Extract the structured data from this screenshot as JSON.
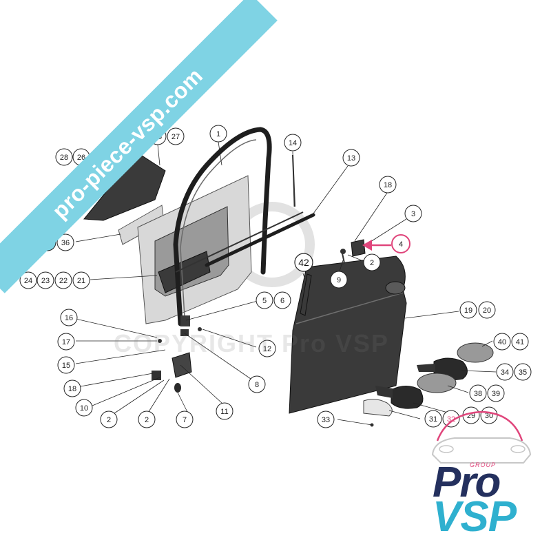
{
  "banner": {
    "text": "pro-piece-vsp.com"
  },
  "watermark": {
    "text": "COPYRIGHT Pro VSP"
  },
  "logo": {
    "group": "GROUP",
    "pro": "Pro",
    "vsp": "VSP"
  },
  "highlight_color": "#e0457b",
  "callouts": {
    "c1": "1",
    "c2a": "2",
    "c2b": "2",
    "c2c": "2",
    "c3": "3",
    "c4": "4",
    "c5": "5",
    "c6": "6",
    "c7": "7",
    "c8": "8",
    "c9": "9",
    "c10": "10",
    "c11": "11",
    "c12": "12",
    "c13": "13",
    "c14": "14",
    "c15": "15",
    "c16": "16",
    "c17": "17",
    "c18a": "18",
    "c18b": "18",
    "c19": "19",
    "c20": "20",
    "c21": "21",
    "c22": "22",
    "c23": "23",
    "c24": "24",
    "c25": "25",
    "c26": "26",
    "c27": "27",
    "c28": "28",
    "c29": "29",
    "c30": "30",
    "c31": "31",
    "c32": "32",
    "c33": "33",
    "c34": "34",
    "c35": "35",
    "c36": "36",
    "c37": "37",
    "c38": "38",
    "c39": "39",
    "c40": "40",
    "c41": "41",
    "c42": "42"
  }
}
